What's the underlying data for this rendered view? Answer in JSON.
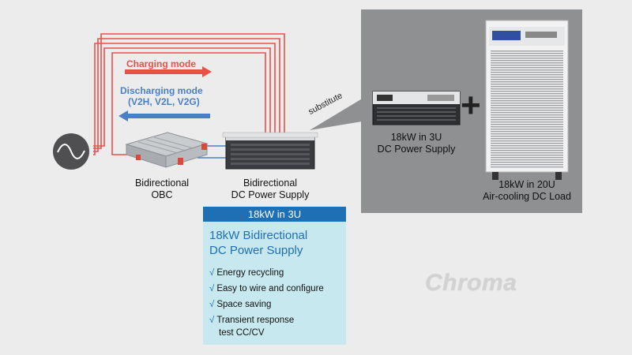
{
  "modes": {
    "charging": "Charging mode",
    "discharging_line1": "Discharging mode",
    "discharging_line2": "(V2H, V2L, V2G)"
  },
  "devices": {
    "obc": {
      "line1": "Bidirectional",
      "line2": "OBC"
    },
    "dc_supply": {
      "line1": "Bidirectional",
      "line2": "DC Power Supply"
    }
  },
  "substitute_label": "substitute",
  "panel": {
    "supply_line1": "18kW in 3U",
    "supply_line2": "DC Power Supply",
    "plus_symbol": "+",
    "load_line1": "18kW in 20U",
    "load_line2": "Air-cooling DC Load"
  },
  "info": {
    "bar_label": "18kW in 3U",
    "title_line1": "18kW Bidirectional",
    "title_line2": "DC Power Supply",
    "check_symbol": "√",
    "features": [
      "Energy recycling",
      "Easy to wire and configure",
      "Space saving",
      "Transient response"
    ],
    "feature_continuation": "test CC/CV"
  },
  "logo_text": "Chroma",
  "colors": {
    "charging": "#e8504a",
    "discharging": "#4a7fc4",
    "accent_blue": "#1f6fb4",
    "panel_gray": "#8f9092",
    "info_bg": "#c7e8ee",
    "background": "#ececec"
  }
}
